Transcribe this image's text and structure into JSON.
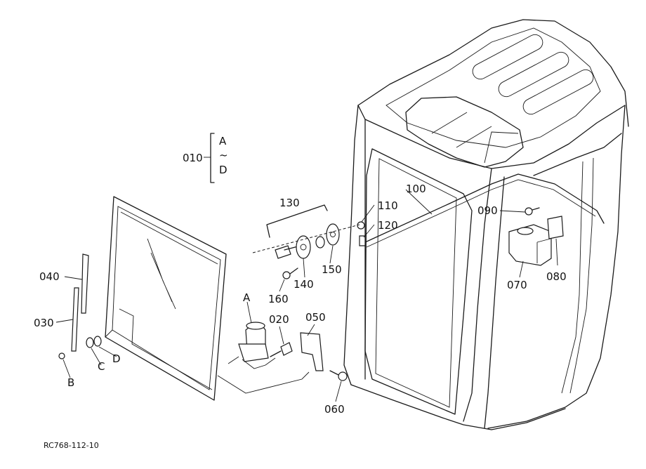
{
  "diagram": {
    "ref_code": "RC768-112-10",
    "group_label": "010",
    "range_start": "A",
    "range_sep": "~",
    "range_end": "D",
    "callouts": [
      {
        "id": "p130",
        "text": "130"
      },
      {
        "id": "p110",
        "text": "110"
      },
      {
        "id": "p120",
        "text": "120"
      },
      {
        "id": "p100",
        "text": "100"
      },
      {
        "id": "p090",
        "text": "090"
      },
      {
        "id": "p080",
        "text": "080"
      },
      {
        "id": "p070",
        "text": "070"
      },
      {
        "id": "p140",
        "text": "140"
      },
      {
        "id": "p150",
        "text": "150"
      },
      {
        "id": "p160",
        "text": "160"
      },
      {
        "id": "pA",
        "text": "A"
      },
      {
        "id": "p020",
        "text": "020"
      },
      {
        "id": "p050",
        "text": "050"
      },
      {
        "id": "p060",
        "text": "060"
      },
      {
        "id": "p040",
        "text": "040"
      },
      {
        "id": "p030",
        "text": "030"
      },
      {
        "id": "pB",
        "text": "B"
      },
      {
        "id": "pC",
        "text": "C"
      },
      {
        "id": "pD",
        "text": "D"
      }
    ]
  }
}
